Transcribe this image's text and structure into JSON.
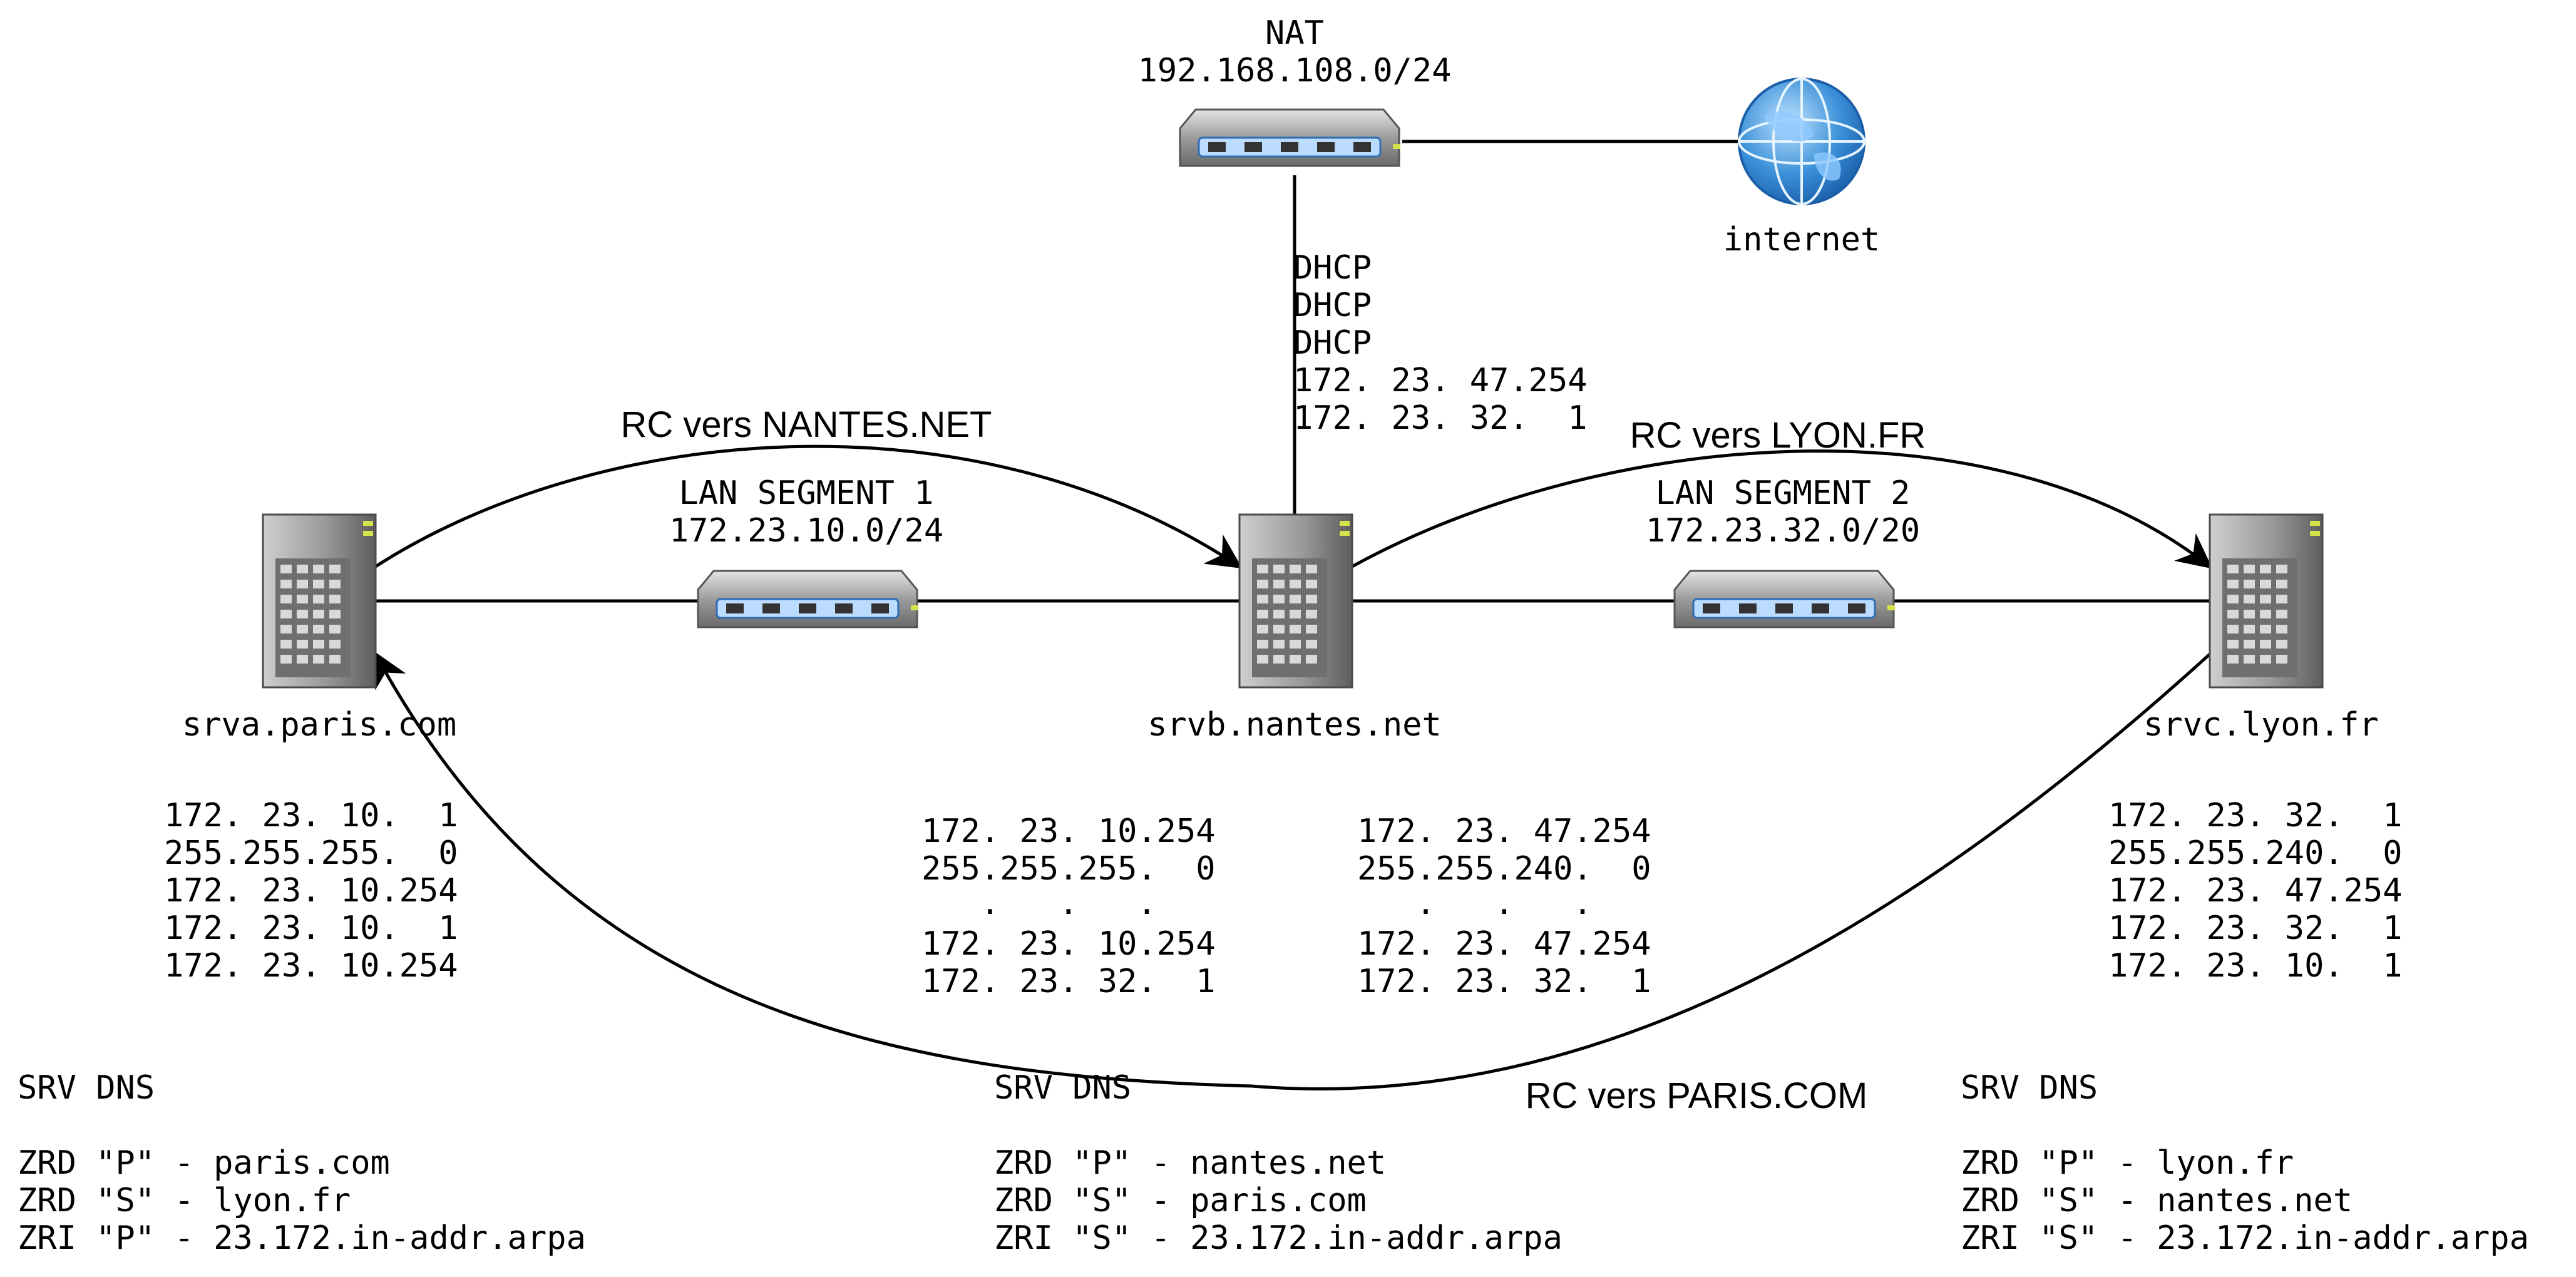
{
  "nat": {
    "title": "NAT",
    "network": "192.168.108.0/24"
  },
  "internet": {
    "label": "internet"
  },
  "lan1": {
    "title": "LAN SEGMENT 1",
    "network": "172.23.10.0/24"
  },
  "lan2": {
    "title": "LAN SEGMENT 2",
    "network": "172.23.32.0/20"
  },
  "srva": {
    "hostname": "srva.paris.com",
    "config": [
      "172. 23. 10.  1",
      "255.255.255.  0",
      "172. 23. 10.254",
      "172. 23. 10.  1",
      "172. 23. 10.254"
    ],
    "dns": [
      "SRV DNS",
      "",
      "ZRD \"P\" - paris.com",
      "ZRD \"S\" - lyon.fr",
      "ZRI \"P\" - 23.172.in-addr.arpa"
    ]
  },
  "srvb": {
    "hostname": "srvb.nantes.net",
    "uplink": [
      "DHCP",
      "DHCP",
      "DHCP",
      "172. 23. 47.254",
      "172. 23. 32.  1"
    ],
    "nic1": [
      "172. 23. 10.254",
      "255.255.255.  0",
      "   .   .   .",
      "172. 23. 10.254",
      "172. 23. 32.  1"
    ],
    "nic2": [
      "172. 23. 47.254",
      "255.255.240.  0",
      "   .   .   .",
      "172. 23. 47.254",
      "172. 23. 32.  1"
    ],
    "dns": [
      "SRV DNS",
      "",
      "ZRD \"P\" - nantes.net",
      "ZRD \"S\" - paris.com",
      "ZRI \"S\" - 23.172.in-addr.arpa"
    ]
  },
  "srvc": {
    "hostname": "srvc.lyon.fr",
    "config": [
      "172. 23. 32.  1",
      "255.255.240.  0",
      "172. 23. 47.254",
      "172. 23. 32.  1",
      "172. 23. 10.  1"
    ],
    "dns": [
      "SRV DNS",
      "",
      "ZRD \"P\" - lyon.fr",
      "ZRD \"S\" - nantes.net",
      "ZRI \"S\" - 23.172.in-addr.arpa"
    ]
  },
  "forwarders": {
    "a_to_b": "RC vers NANTES.NET",
    "b_to_c": "RC vers LYON.FR",
    "c_to_a": "RC vers PARIS.COM"
  },
  "colors": {
    "line": "#000000",
    "port": "#5aa0e8",
    "server": "#8a8a8a",
    "globe": "#3a8fd8"
  }
}
